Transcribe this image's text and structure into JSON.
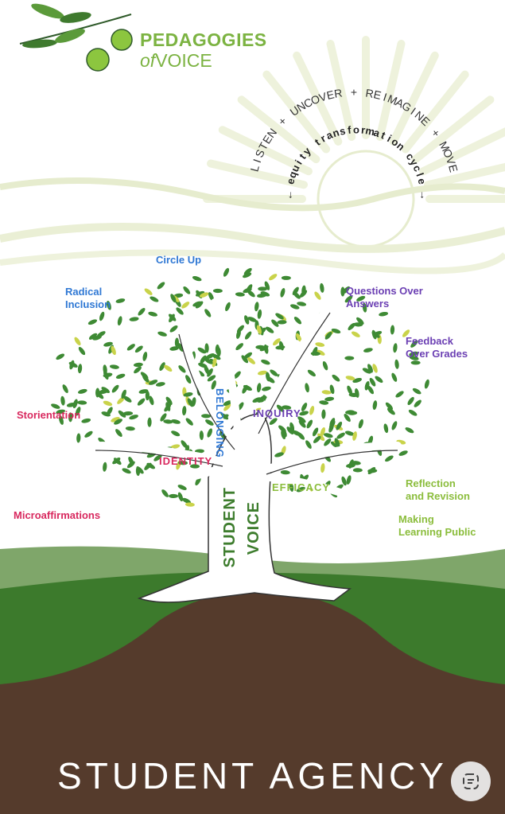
{
  "logo": {
    "line1": "PEDAGOGIES",
    "line2_of": "of",
    "line2_voice": "VOICE"
  },
  "cycle": {
    "outer_arc": "LISTEN + UNCOVER + REIMAGINE + MOVE",
    "inner_arc": "← equity transformation cycle →"
  },
  "branches": {
    "circle_up": "Circle Up",
    "radical_inclusion_1": "Radical",
    "radical_inclusion_2": "Inclusion",
    "questions_1": "Questions Over",
    "questions_2": "Answers",
    "feedback_1": "Feedback",
    "feedback_2": "Over Grades",
    "storientation": "Storientation",
    "microaffirmations": "Microaffirmations",
    "reflection_1": "Reflection",
    "reflection_2": "and Revision",
    "making_1": "Making",
    "making_2": "Learning Public"
  },
  "trunk": {
    "identity": "IDENTITY",
    "belonging": "BELONGING",
    "inquiry": "INQUIRY",
    "efficacy": "EFFICACY",
    "student": "STUDENT",
    "voice": "VOICE"
  },
  "title": "STUDENT AGENCY",
  "colors": {
    "logo_green": "#7cb342",
    "blue": "#2f78d4",
    "purple": "#6b3fb3",
    "red": "#d8285e",
    "light_green": "#8bbd3c",
    "leaf_green": "#3e8a34",
    "soil": "#553b2c"
  }
}
